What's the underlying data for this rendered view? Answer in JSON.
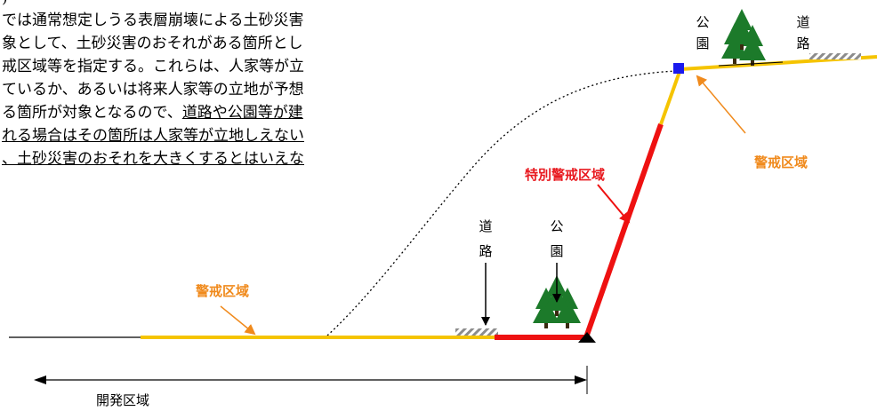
{
  "paragraph": {
    "line0": ")",
    "line1": "では通常想定しうる表層崩壊による土砂災害",
    "line2": "象として、土砂災害のおそれがある箇所とし",
    "line3": "戒区域等を指定する。これらは、人家等が立",
    "line4": "ているか、あるいは将来人家等の立地が予想",
    "line5_plain": "る箇所が対象となるので、",
    "line5_under": "道路や公園等が建",
    "line6": "れる場合はその箇所は人家等が立地しえない",
    "line7": "、土砂災害のおそれを大きくするとはいえな"
  },
  "labels": {
    "park_top": [
      "公",
      "園"
    ],
    "road_top": [
      "道",
      "路"
    ],
    "road_bottom": [
      "道",
      "路"
    ],
    "park_bottom": [
      "公",
      "園"
    ],
    "keikai_right": "警戒区域",
    "tokubetsu": "特別警戒区域",
    "keikai_left": "警戒区域",
    "kaihatsu": "開発区域"
  },
  "colors": {
    "yellow_zone": "#f5c400",
    "red_zone": "#ee1111",
    "orange_text": "#f08a1c",
    "red_text": "#e8191f",
    "tree": "#1c7a2a",
    "marker_blue": "#1a1aee",
    "hatch": "#8c8c8c"
  }
}
